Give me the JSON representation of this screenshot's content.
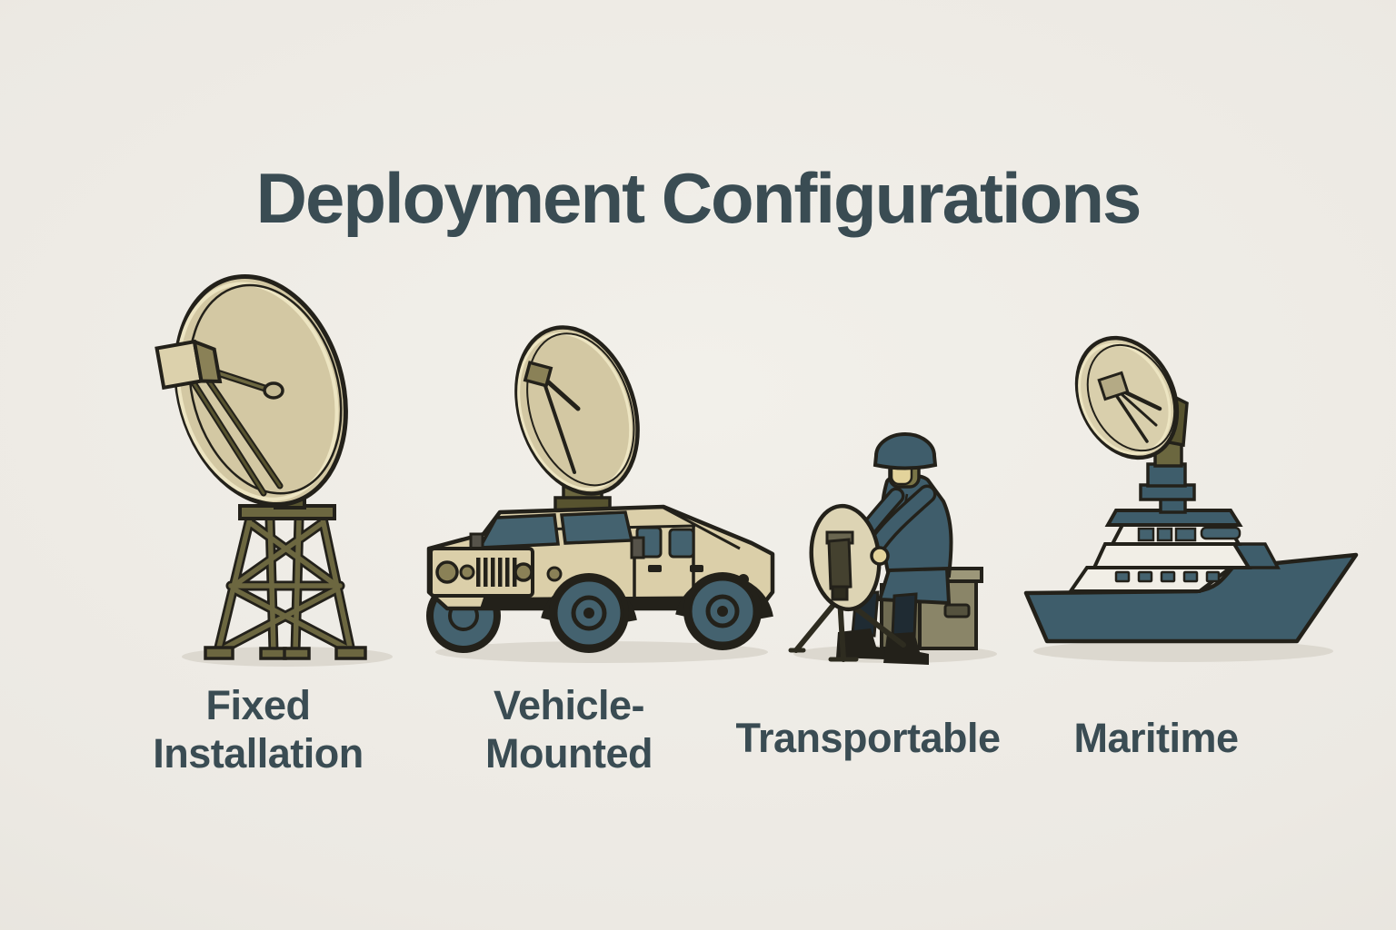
{
  "title": "Deployment Configurations",
  "figures": [
    {
      "name": "fixed-installation",
      "icon": "satellite-dish-tower-icon",
      "label": [
        "Fixed",
        "Installation"
      ]
    },
    {
      "name": "vehicle-mounted",
      "icon": "satellite-dish-humvee-icon",
      "label": [
        "Vehicle-",
        "Mounted"
      ]
    },
    {
      "name": "transportable",
      "icon": "operator-portable-dish-icon",
      "label": [
        "Transportable"
      ]
    },
    {
      "name": "maritime",
      "icon": "ship-satellite-dish-icon",
      "label": [
        "Maritime"
      ]
    }
  ],
  "colors": {
    "background": "#ECE9E3",
    "outline_ink": "#23211A",
    "text": "#3A4C53",
    "dish_tan": "#D3C8A3",
    "dish_pale": "#DDD4B4",
    "dish_rim_cream": "#EDE5C2",
    "olive": "#6C6740",
    "olive_dark": "#57532F",
    "khaki": "#8A8157",
    "vehicle_tan": "#DBCFA9",
    "steel_blue": "#44626F",
    "navy_blue": "#3F5D6B",
    "skin_tan": "#E3D39B",
    "case_olive": "#8A8568",
    "ship_white": "#F1EEE6",
    "ground_shadow": "#DCD8CF"
  }
}
